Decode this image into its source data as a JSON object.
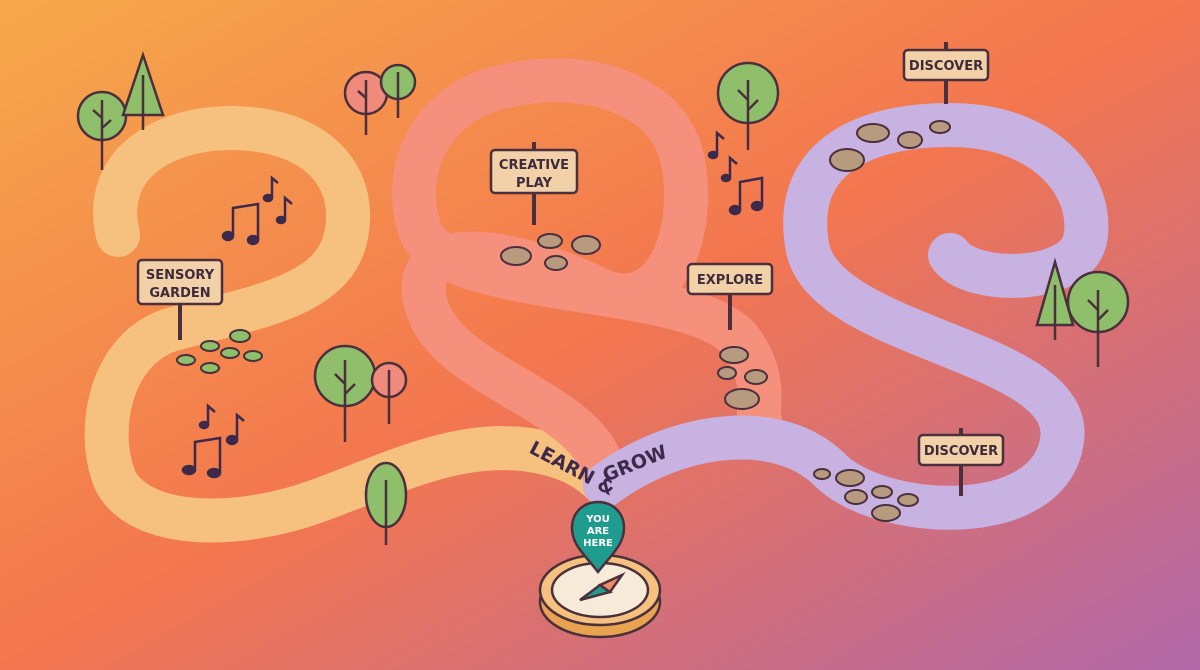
{
  "colors": {
    "background_start": "#f6a94a",
    "background_mid": "#f3764f",
    "background_end": "#b068a8",
    "orange_path": "#f6c07f",
    "pink_path": "#f4907b",
    "purple_path": "#c8b2e2",
    "sign_board": "#f2d1a8",
    "outline": "#4a2f3c",
    "tree_green": "#8fbf6a",
    "tree_pink": "#f08a7a",
    "pin_teal": "#1f9c8e"
  },
  "signs": {
    "sensory_garden_line1": "SENSORY",
    "sensory_garden_line2": "GARDEN",
    "creative_play_line1": "CREATIVE",
    "creative_play_line2": "PLAY",
    "explore": "EXPLORE",
    "discover_top": "DISCOVER",
    "discover_bottom": "DISCOVER"
  },
  "banner": {
    "left": "LEARN &",
    "right": "GROW"
  },
  "pin": {
    "line1": "YOU",
    "line2": "ARE",
    "line3": "HERE",
    "icon": "map-pin-icon"
  },
  "icons": [
    "tree-icon",
    "music-note-icon",
    "stone-icon",
    "compass-icon",
    "signpost-icon"
  ]
}
